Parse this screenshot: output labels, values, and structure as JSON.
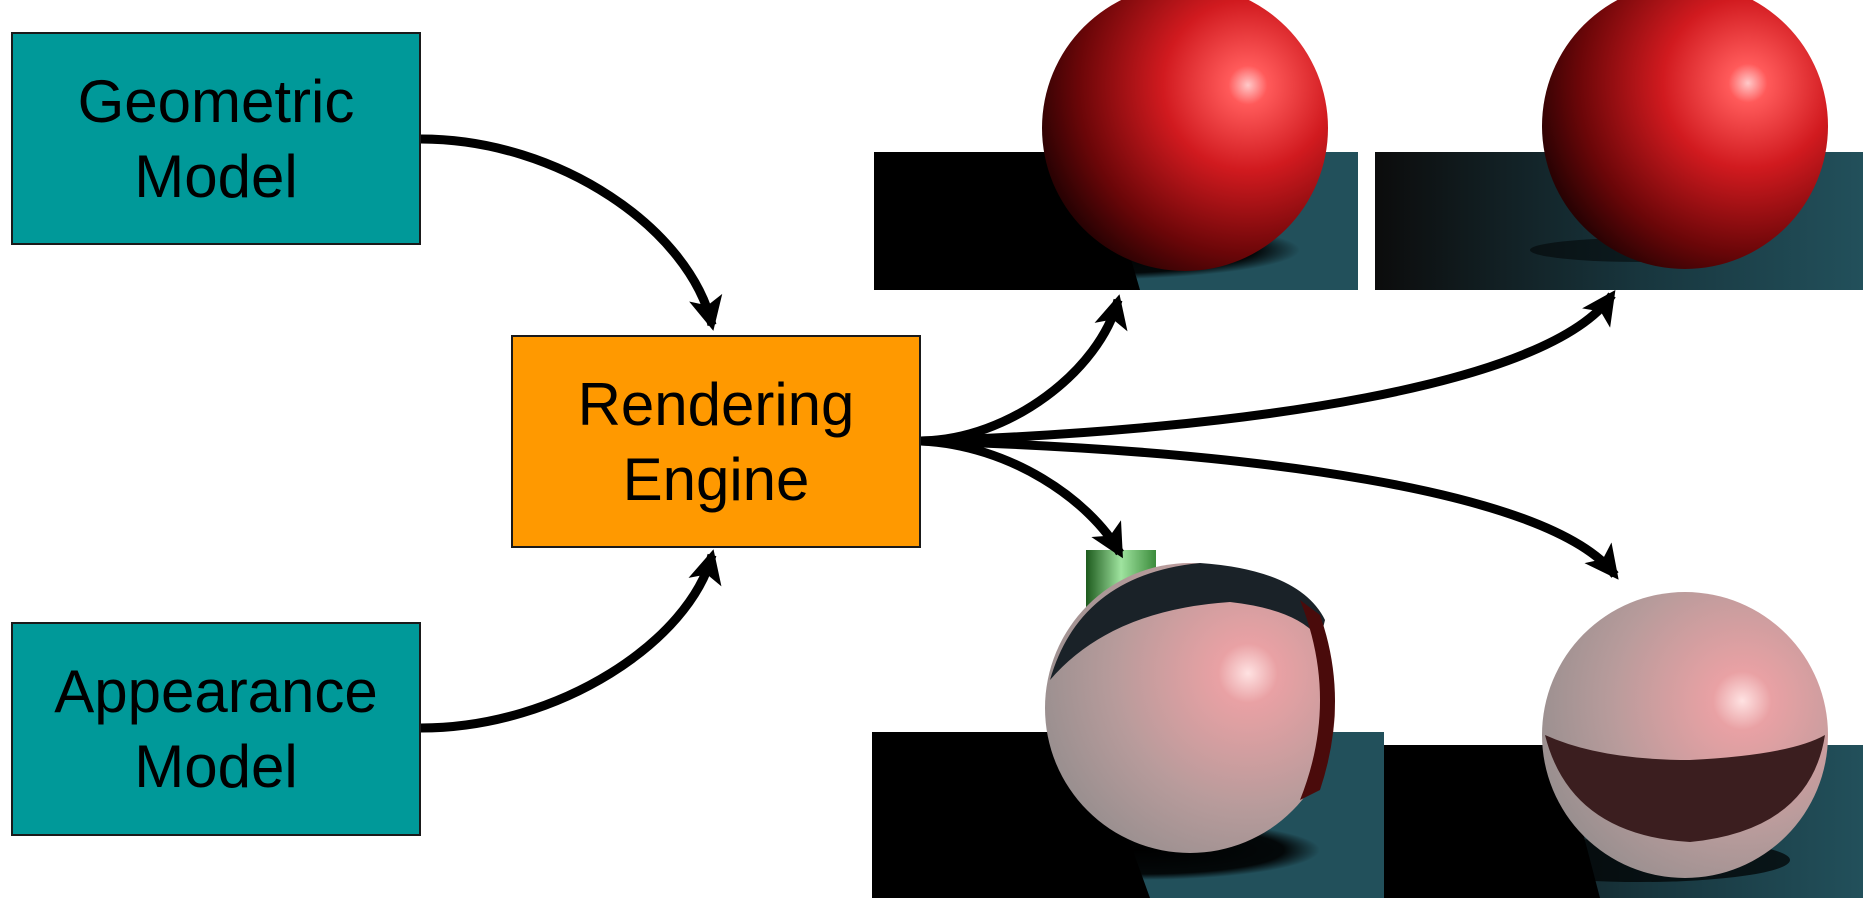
{
  "diagram": {
    "nodes": {
      "geometric_model": {
        "label": "Geometric\nModel",
        "color": "#009999"
      },
      "appearance_model": {
        "label": "Appearance\nModel",
        "color": "#009999"
      },
      "rendering_engine": {
        "label": "Rendering\nEngine",
        "color": "#ff9900"
      }
    },
    "renders": [
      {
        "name": "render-red-sphere-shadow",
        "sphere": "red-glossy"
      },
      {
        "name": "render-red-sphere",
        "sphere": "red-glossy"
      },
      {
        "name": "render-pink-sphere-with-cylinder",
        "sphere": "pink-reflective"
      },
      {
        "name": "render-pink-sphere-reflective",
        "sphere": "pink-reflective"
      }
    ],
    "colors": {
      "floor": "#1f4650",
      "sphere_red": "#e8242a",
      "sphere_pink": "#e8a3a6",
      "arrow": "#000000"
    }
  }
}
